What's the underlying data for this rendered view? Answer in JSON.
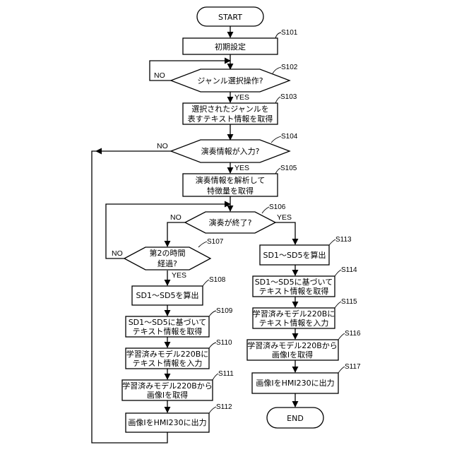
{
  "diagram": {
    "start": "START",
    "end": "END",
    "yes": "YES",
    "no": "NO",
    "steps": {
      "s101": {
        "id": "S101",
        "text": "初期設定"
      },
      "s102": {
        "id": "S102",
        "text": "ジャンル選択操作?"
      },
      "s103": {
        "id": "S103",
        "line1": "選択されたジャンルを",
        "line2": "表すテキスト情報を取得"
      },
      "s104": {
        "id": "S104",
        "text": "演奏情報が入力?"
      },
      "s105": {
        "id": "S105",
        "line1": "演奏情報を解析して",
        "line2": "特徴量を取得"
      },
      "s106": {
        "id": "S106",
        "text": "演奏が終了?"
      },
      "s107": {
        "id": "S107",
        "line1": "第2の時間",
        "line2": "経過?"
      },
      "s108": {
        "id": "S108",
        "text": "SD1～SD5を算出"
      },
      "s109": {
        "id": "S109",
        "line1": "SD1～SD5に基づいて",
        "line2": "テキスト情報を取得"
      },
      "s110": {
        "id": "S110",
        "line1": "学習済みモデル220Bに",
        "line2": "テキスト情報を入力"
      },
      "s111": {
        "id": "S111",
        "line1": "学習済みモデル220Bから",
        "line2": "画像Iを取得"
      },
      "s112": {
        "id": "S112",
        "text": "画像IをHMI230に出力"
      },
      "s113": {
        "id": "S113",
        "text": "SD1～SD5を算出"
      },
      "s114": {
        "id": "S114",
        "line1": "SD1～SD5に基づいて",
        "line2": "テキスト情報を取得"
      },
      "s115": {
        "id": "S115",
        "line1": "学習済みモデル220Bに",
        "line2": "テキスト情報を入力"
      },
      "s116": {
        "id": "S116",
        "line1": "学習済みモデル220Bから",
        "line2": "画像Iを取得"
      },
      "s117": {
        "id": "S117",
        "text": "画像IをHMI230に出力"
      }
    }
  }
}
